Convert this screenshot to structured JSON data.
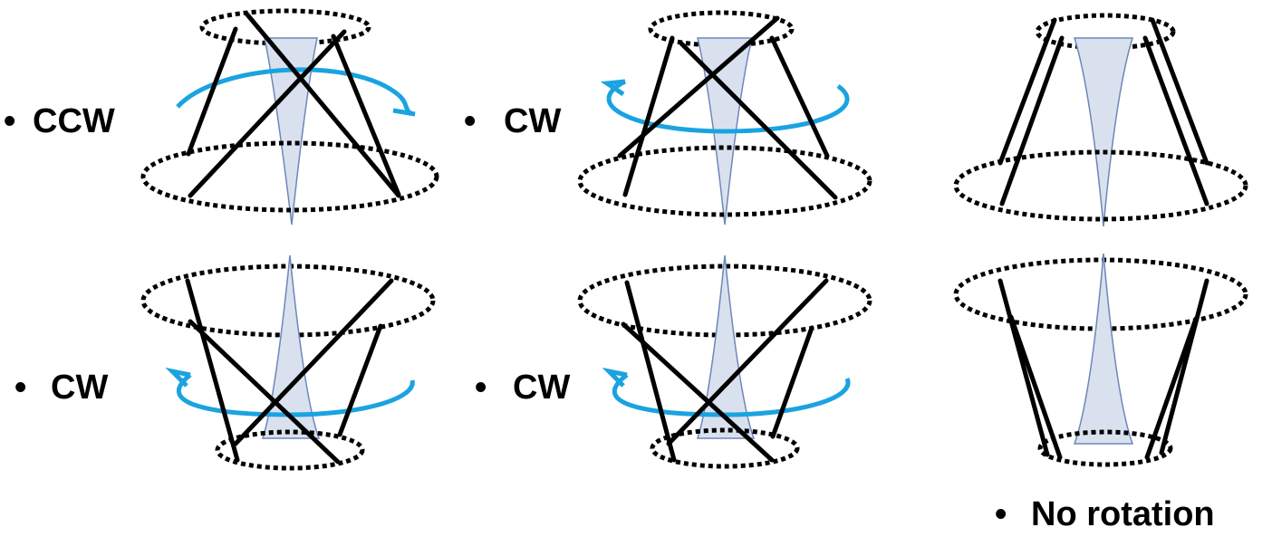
{
  "colors": {
    "background": "#ffffff",
    "rods": "#000000",
    "rings": "#000000",
    "rotation_arrow": "#1aa3e0",
    "core_fill": "#dae1ee",
    "core_stroke": "#6d87b9"
  },
  "labels": {
    "top_left": "CCW",
    "top_middle": "CW",
    "bottom_left": "CW",
    "bottom_middle": "CW",
    "bottom_right": "No rotation"
  },
  "bullet": "•",
  "panels": [
    {
      "id": "top-left",
      "rotation": "CCW",
      "rods": "crossed"
    },
    {
      "id": "top-middle",
      "rotation": "CW",
      "rods": "crossed"
    },
    {
      "id": "top-right",
      "rotation": "none",
      "rods": "parallel-pairs"
    },
    {
      "id": "bottom-left",
      "rotation": "CW",
      "rods": "crossed"
    },
    {
      "id": "bottom-middle",
      "rotation": "CW",
      "rods": "crossed"
    },
    {
      "id": "bottom-right",
      "rotation": "none",
      "rods": "parallel-pairs"
    }
  ]
}
